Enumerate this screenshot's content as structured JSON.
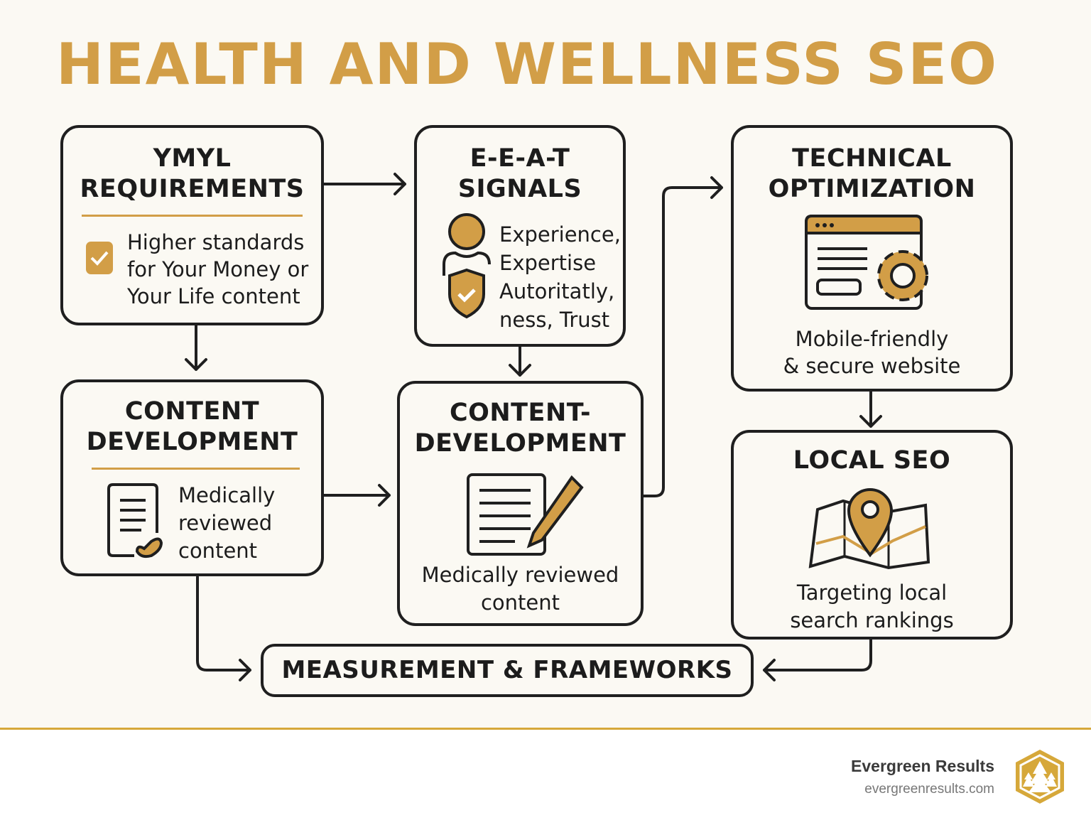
{
  "title": "HEALTH AND WELLNESS SEO",
  "boxes": {
    "ymyl": {
      "heading": [
        "YMYL",
        "REQUIREMENTS"
      ],
      "text": [
        "Higher standards",
        "for Your Money or",
        "Your Life content"
      ]
    },
    "eeat": {
      "heading": [
        "E-E-A-T",
        "SIGNALS"
      ],
      "text": [
        "Experience,",
        "Expertise",
        "Autoritatly,",
        "ness, Trust"
      ]
    },
    "technical": {
      "heading": [
        "TECHNICAL",
        "OPTIMIZATION"
      ],
      "text": [
        "Mobile-friendly",
        "& secure website"
      ]
    },
    "content1": {
      "heading": [
        "CONTENT",
        "DEVELOPMENT"
      ],
      "text": [
        "Medically",
        "reviewed",
        "content"
      ]
    },
    "content2": {
      "heading": [
        "CONTENT-",
        "DEVELOPMENT"
      ],
      "text": [
        "Medically reviewed",
        "content"
      ]
    },
    "local": {
      "heading": [
        "LOCAL SEO"
      ],
      "text": [
        "Targeting local",
        "search rankings"
      ]
    },
    "measurement": {
      "heading": "MEASUREMENT & FRAMEWORKS"
    }
  },
  "footer": {
    "brand": "Evergreen Results",
    "url": "evergreenresults.com"
  },
  "colors": {
    "gold": "#d29e47",
    "ink": "#1f1f1f",
    "bg": "#fbf9f3"
  }
}
